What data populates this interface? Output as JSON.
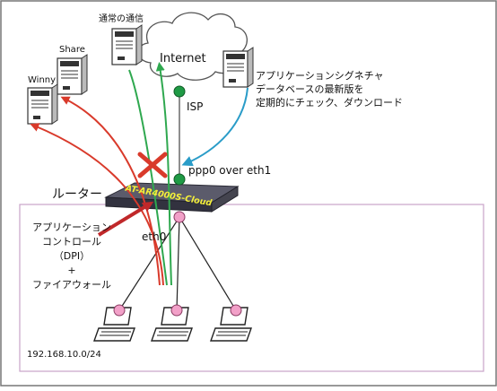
{
  "labels": {
    "normal_traffic": "通常の通信",
    "share": "Share",
    "winny": "Winny",
    "internet": "Internet",
    "isp": "ISP",
    "signature_line1": "アプリケーションシグネチャ",
    "signature_line2": "データベースの最新版を",
    "signature_line3": "定期的にチェック、ダウンロード",
    "ppp0": "ppp0 over eth1",
    "router": "ルーター",
    "router_model": "AT-AR4000S-Cloud",
    "eth0": "eth0",
    "app_control_line1": "アプリケーション",
    "app_control_line2": "コントロール",
    "app_control_line3": "（DPI）",
    "app_control_line4": "+",
    "app_control_line5": "ファイアウォール",
    "subnet": "192.168.10.0/24"
  },
  "colors": {
    "blocked_traffic": "#d93a2b",
    "allowed_traffic": "#2fa84f",
    "signature_update": "#2a9cc8",
    "lan_border": "#c9a3c9",
    "lan_node": "#f2a0c8",
    "wan_node": "#1f9a45",
    "router_label": "#f4ef3a"
  }
}
